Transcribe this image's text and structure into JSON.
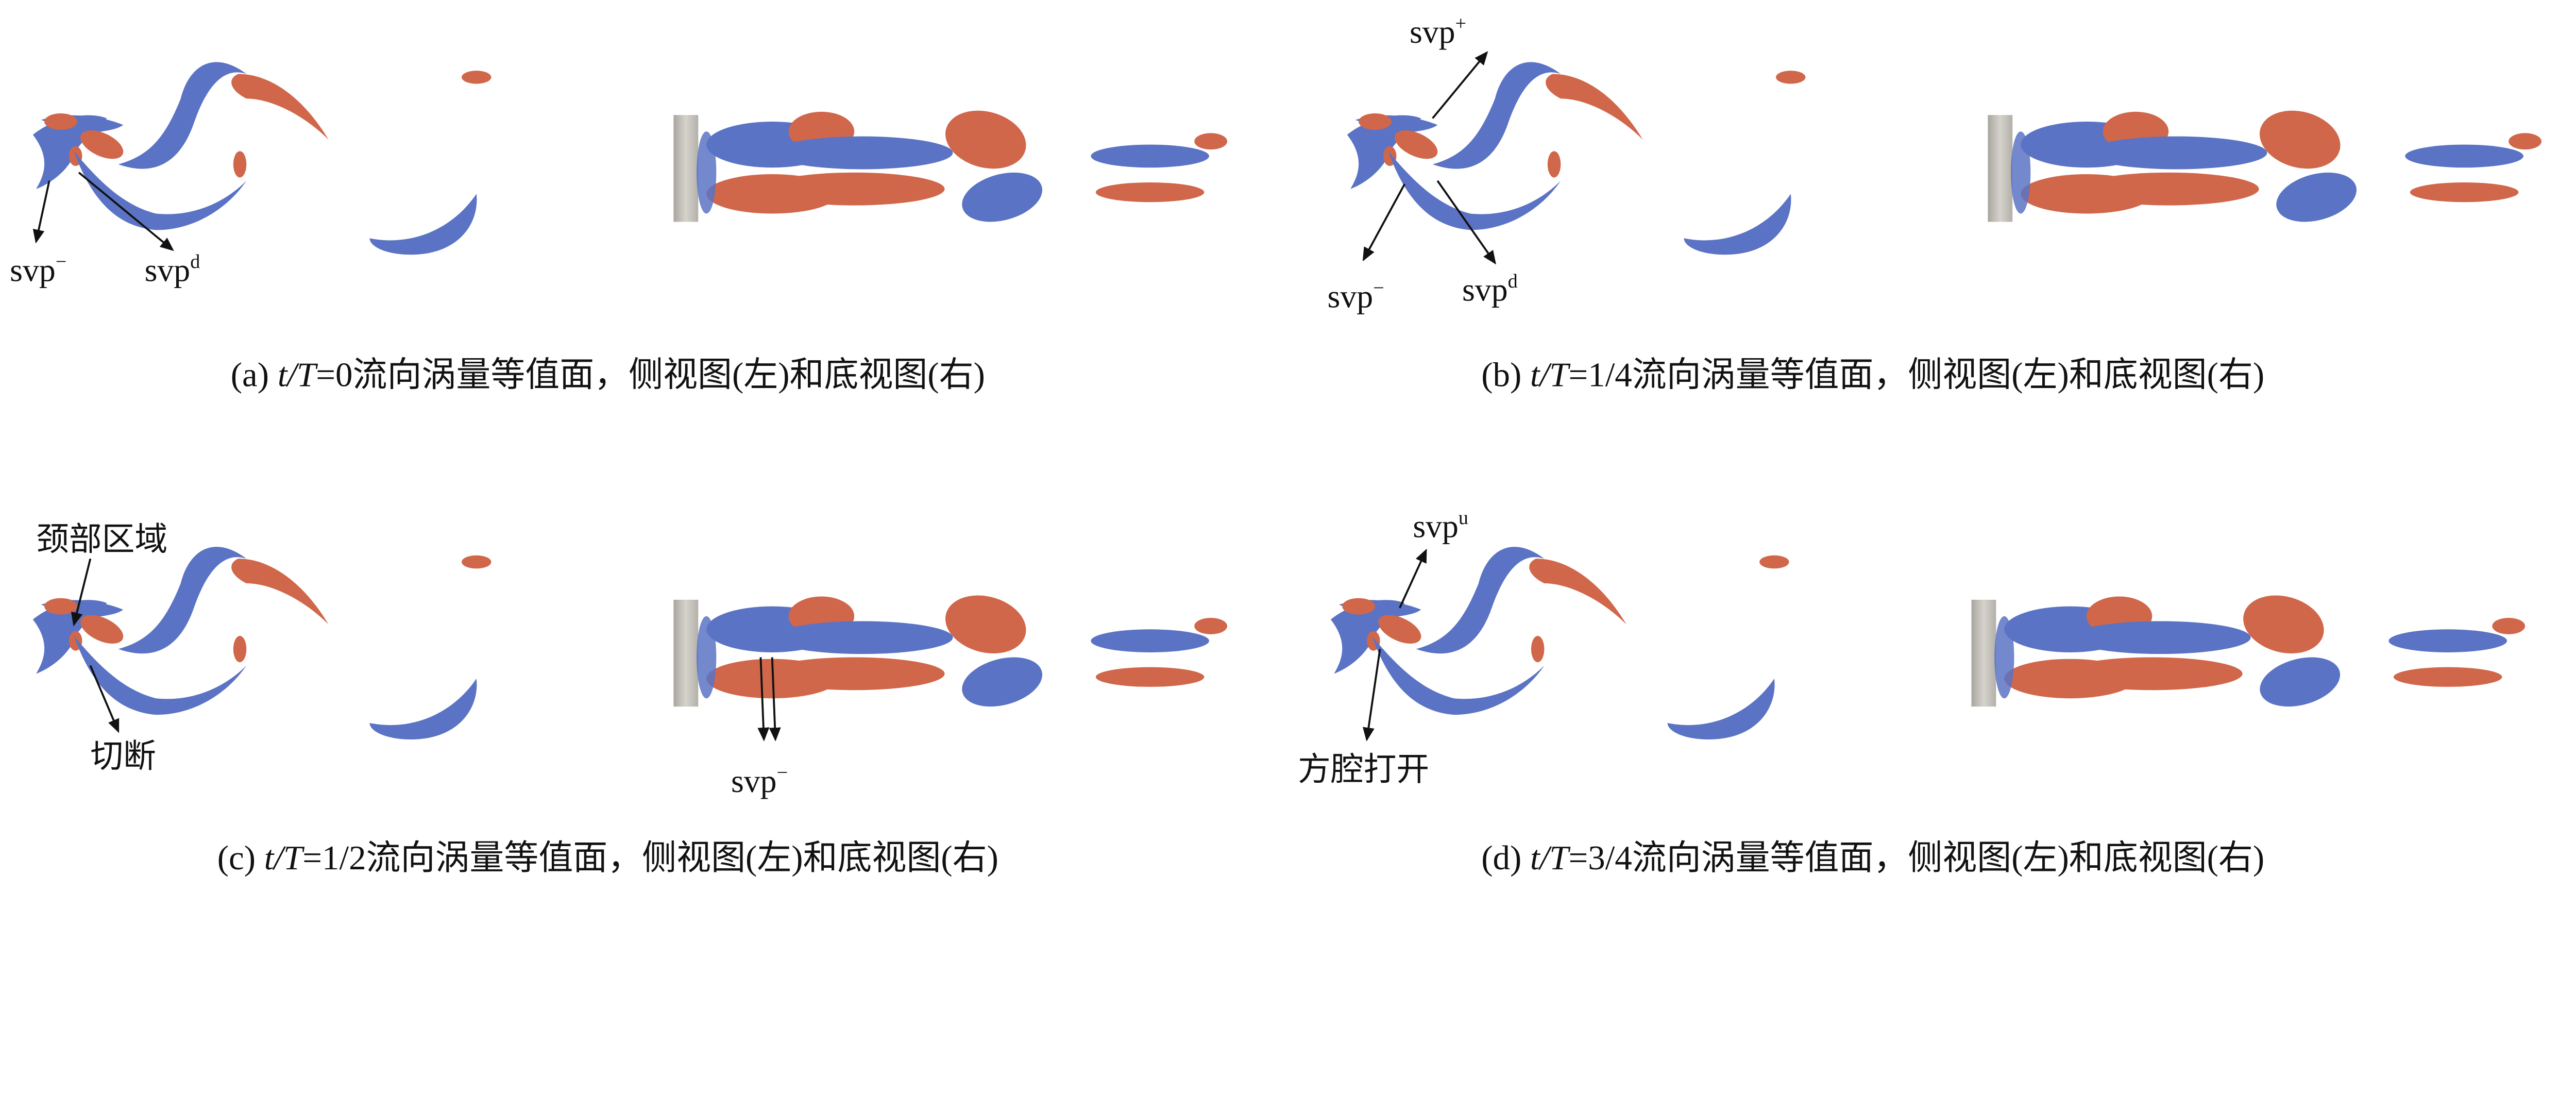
{
  "colors": {
    "positive_vorticity": "#d0674a",
    "negative_vorticity": "#5b73c4",
    "cylinder": "#c9c5bf"
  },
  "panels": [
    {
      "id": "a",
      "caption": {
        "prefix": "(a) ",
        "var": "t/T",
        "suffix": "=0流向涡量等值面，侧视图(左)和底视图(右)"
      },
      "labels": [
        {
          "base": "svp",
          "sup": "−"
        },
        {
          "base": "svp",
          "sup": "d"
        }
      ]
    },
    {
      "id": "b",
      "caption": {
        "prefix": "(b) ",
        "var": "t/T",
        "suffix": "=1/4流向涡量等值面，侧视图(左)和底视图(右)"
      },
      "labels": [
        {
          "base": "svp",
          "sup": "+"
        },
        {
          "base": "svp",
          "sup": "−"
        },
        {
          "base": "svp",
          "sup": "d"
        }
      ]
    },
    {
      "id": "c",
      "caption": {
        "prefix": "(c) ",
        "var": "t/T",
        "suffix": "=1/2流向涡量等值面，侧视图(左)和底视图(右)"
      },
      "labels": [
        {
          "text": "颈部区域"
        },
        {
          "text": "切断"
        },
        {
          "base": "svp",
          "sup": "−"
        }
      ]
    },
    {
      "id": "d",
      "caption": {
        "prefix": "(d) ",
        "var": "t/T",
        "suffix": "=3/4流向涡量等值面，侧视图(左)和底视图(右)"
      },
      "labels": [
        {
          "base": "svp",
          "sup": "u"
        },
        {
          "text": "方腔打开"
        }
      ]
    }
  ]
}
